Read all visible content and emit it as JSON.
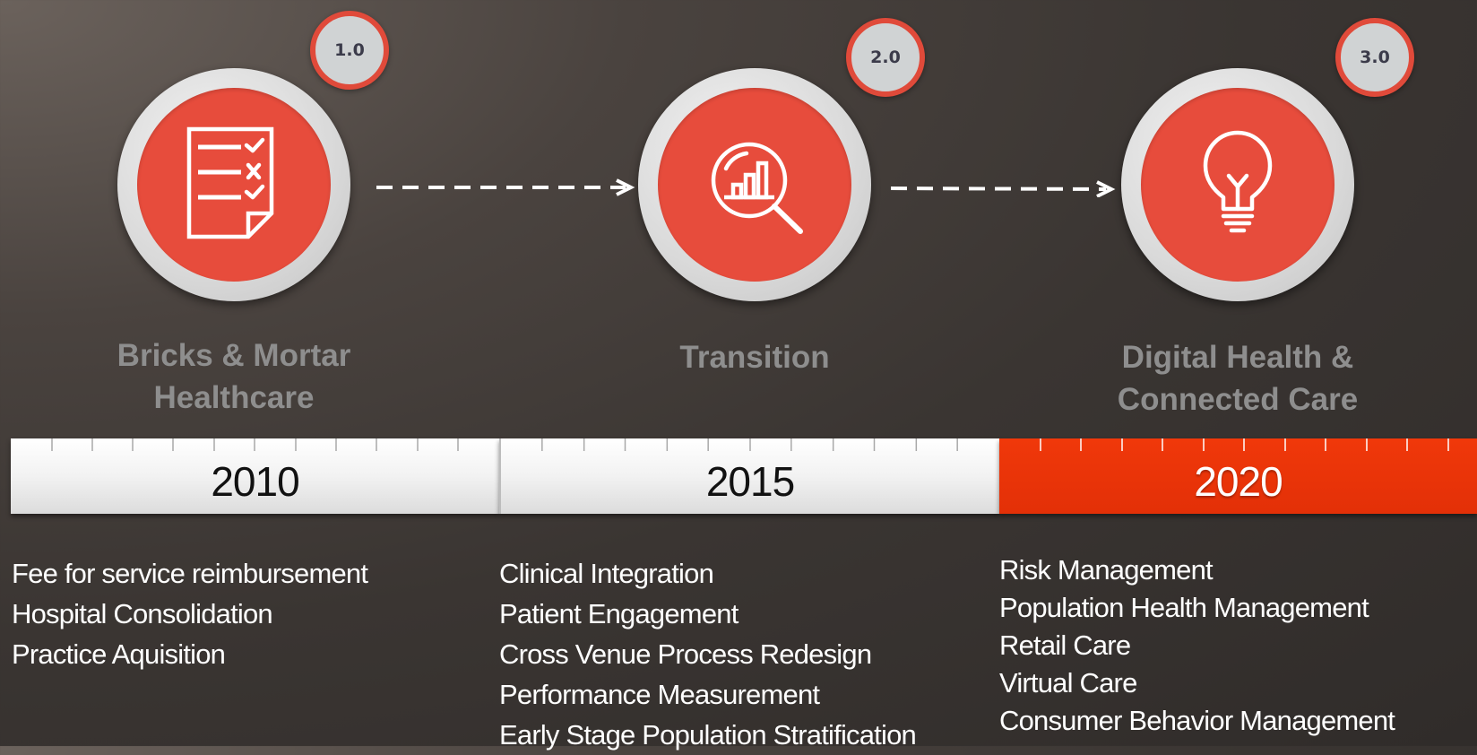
{
  "phases": [
    {
      "badge": "1.0",
      "title_line1": "Bricks & Mortar",
      "title_line2": "Healthcare",
      "icon": "checklist-document-icon"
    },
    {
      "badge": "2.0",
      "title_line1": "Transition",
      "title_line2": "",
      "icon": "magnifier-bar-chart-icon"
    },
    {
      "badge": "3.0",
      "title_line1": "Digital Health &",
      "title_line2": "Connected Care",
      "icon": "lightbulb-icon"
    }
  ],
  "timeline": {
    "years": [
      "2010",
      "2015",
      "2020"
    ],
    "active_color": "#E8380A",
    "inactive_color": "#F2F2F2"
  },
  "lists": [
    [
      "Fee for service reimbursement",
      "Hospital Consolidation",
      "Practice Aquisition"
    ],
    [
      "Clinical Integration",
      "Patient Engagement",
      "Cross Venue Process Redesign",
      "Performance Measurement",
      "Early Stage Population Stratification"
    ],
    [
      "Risk Management",
      "Population Health Management",
      "Retail Care",
      "Virtual Care",
      "Consumer Behavior Management"
    ]
  ],
  "colors": {
    "accent_red": "#E74C3C",
    "badge_fill": "#D0D3D4",
    "title_gray": "#8E8E8E"
  }
}
